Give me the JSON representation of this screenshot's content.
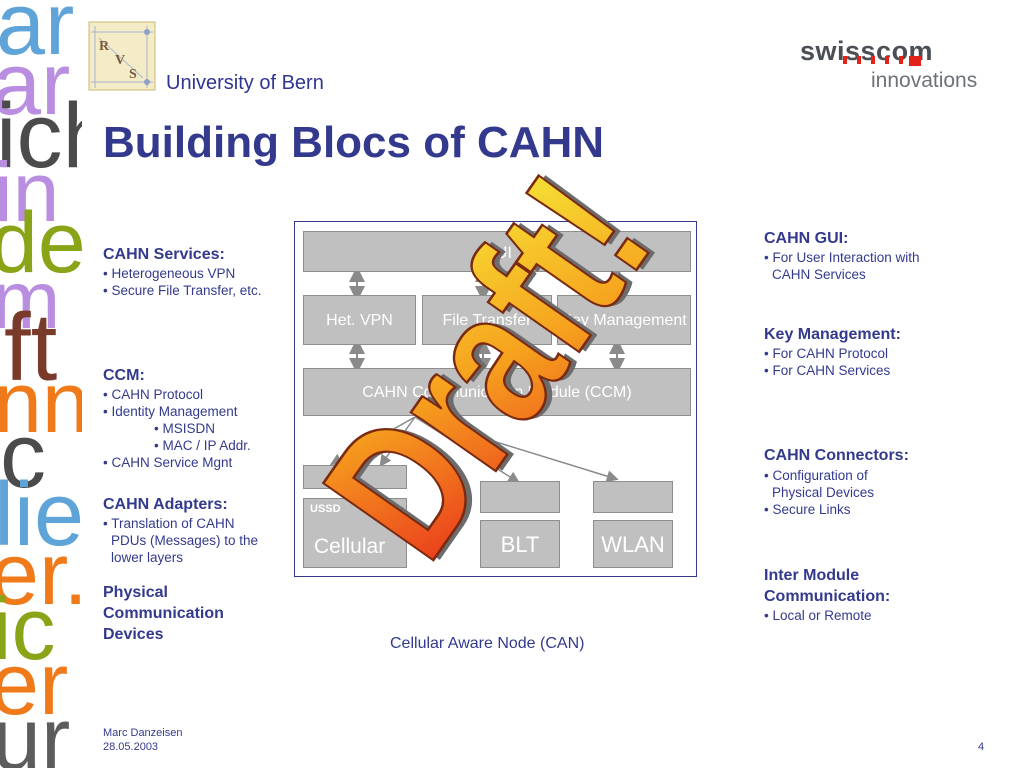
{
  "header": {
    "logo_letters": [
      "R",
      "V",
      "S"
    ],
    "university": "University of Bern",
    "title": "Building Blocs of CAHN",
    "partner_name": "swisscom",
    "partner_sub": "innovations"
  },
  "left_column": {
    "services": {
      "heading": "CAHN Services:",
      "items": [
        "• Heterogeneous VPN",
        "• Secure File Transfer, etc."
      ]
    },
    "ccm": {
      "heading": "CCM:",
      "items": [
        "• CAHN Protocol",
        "• Identity Management",
        "• MSISDN",
        "• MAC / IP Addr.",
        "• CAHN Service Mgnt"
      ]
    },
    "adapters": {
      "heading": "CAHN Adapters:",
      "items": [
        "• Translation of CAHN",
        "PDUs (Messages) to the",
        "lower layers"
      ]
    },
    "physical": {
      "heading_lines": [
        "Physical",
        "Communication",
        "Devices"
      ]
    }
  },
  "right_column": {
    "gui": {
      "heading": "CAHN GUI:",
      "items": [
        "• For User Interaction with",
        "CAHN Services"
      ]
    },
    "key": {
      "heading": "Key Management:",
      "items": [
        "• For CAHN Protocol",
        "• For CAHN Services"
      ]
    },
    "connectors": {
      "heading": "CAHN Connectors:",
      "items": [
        "• Configuration of",
        "Physical Devices",
        "• Secure Links"
      ]
    },
    "inter": {
      "heading_lines": [
        "Inter Module",
        "Communication:"
      ],
      "items": [
        "• Local or Remote"
      ]
    }
  },
  "diagram": {
    "gui_label": "GUI",
    "het_vpn": "Het. VPN",
    "file_transfer": "File Transfer",
    "key_mgmt": "Key Management",
    "ccm_label": "CAHN Communication Module (CCM)",
    "ussd": "USSD",
    "sms": "SMS",
    "cellular": "Cellular",
    "blt": "BLT",
    "wlan": "WLAN",
    "caption": "Cellular Aware Node (CAN)"
  },
  "stamp": {
    "text": "Draft!"
  },
  "footer": {
    "author": "Marc Danzeisen",
    "date": "28.05.2003",
    "page": "4"
  },
  "colors": {
    "accent": "#333a8e",
    "block": "#c0c0c0",
    "stamp_red": "#e8261c",
    "stamp_yellow": "#f5f03a"
  }
}
